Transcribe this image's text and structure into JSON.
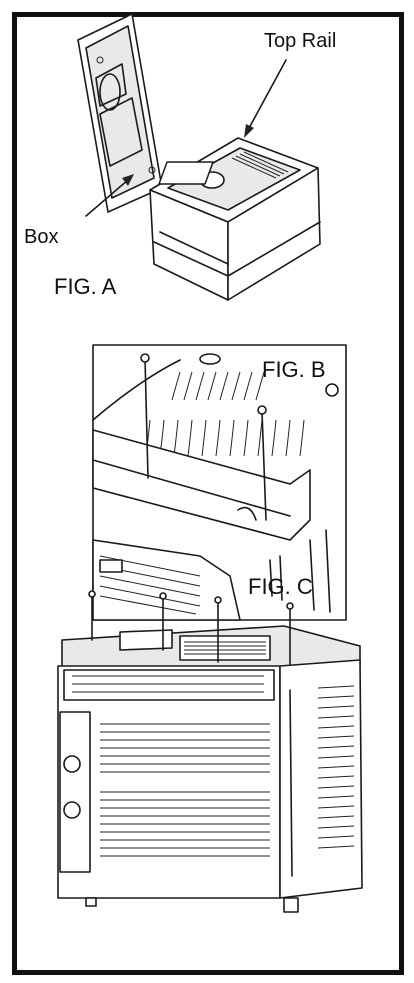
{
  "figures": {
    "fig_a": {
      "label": "FIG. A"
    },
    "fig_b": {
      "label": "FIG. B"
    },
    "fig_c": {
      "label": "FIG. C"
    }
  },
  "callouts": {
    "top_rail": "Top Rail",
    "box": "Box"
  }
}
